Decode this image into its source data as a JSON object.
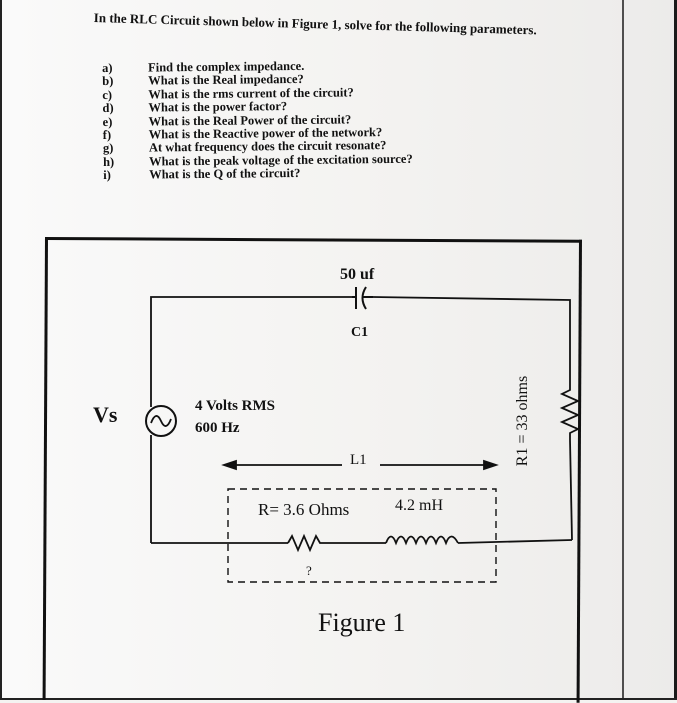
{
  "problem": {
    "intro": "In the RLC Circuit shown below in Figure 1, solve for the following parameters.",
    "questions": [
      {
        "letter": "a)",
        "text": "Find the complex impedance."
      },
      {
        "letter": "b)",
        "text": "What is the Real impedance?"
      },
      {
        "letter": "c)",
        "text": "What is the rms current of the circuit?"
      },
      {
        "letter": "d)",
        "text": "What is the power factor?"
      },
      {
        "letter": "e)",
        "text": "What is the Real Power of the circuit?"
      },
      {
        "letter": "f)",
        "text": "What is the Reactive power of the network?"
      },
      {
        "letter": "g)",
        "text": "At what frequency does the circuit resonate?"
      },
      {
        "letter": "h)",
        "text": "What is the peak voltage of the excitation source?"
      },
      {
        "letter": "i)",
        "text": "What is the Q of the circuit?"
      }
    ]
  },
  "circuit": {
    "capacitor_value": "50 uf",
    "capacitor_name": "C1",
    "source_name": "Vs",
    "source_symbol": "~",
    "source_voltage": "4 Volts RMS",
    "source_frequency": "600 Hz",
    "inductor_name": "L1",
    "resistance_label": "R= 3.6 Ohms",
    "inductance_value": "4.2 mH",
    "unknown_marker": "?",
    "r1_label": "R1 = 33 ohms"
  },
  "figure_caption": "Figure 1"
}
